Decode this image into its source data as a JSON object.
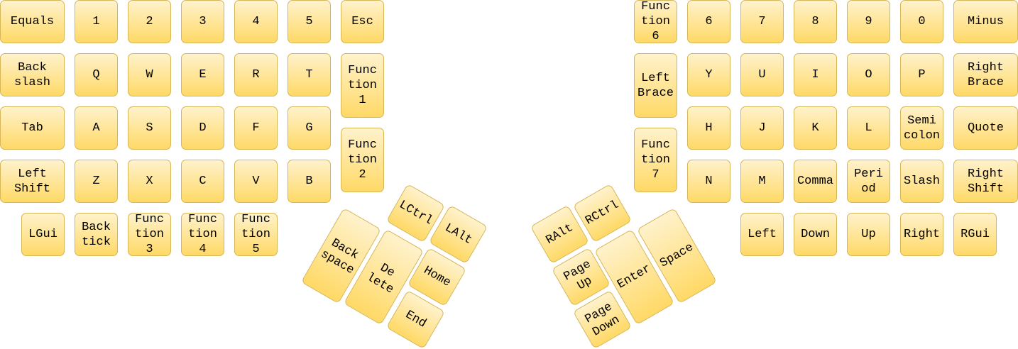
{
  "diagram": {
    "left_half": {
      "rows": [
        [
          "Equals",
          "1",
          "2",
          "3",
          "4",
          "5",
          "Esc"
        ],
        [
          "Back\nslash",
          "Q",
          "W",
          "E",
          "R",
          "T",
          "Func\ntion\n1"
        ],
        [
          "Tab",
          "A",
          "S",
          "D",
          "F",
          "G"
        ],
        [
          "Function\n2"
        ],
        [
          "Left\nShift",
          "Z",
          "X",
          "C",
          "V",
          "B"
        ],
        [
          "LGui",
          "Back\ntick",
          "Func\ntion\n3",
          "Func\ntion\n4",
          "Func\ntion\n5"
        ]
      ],
      "function2": "Func\ntion\n2",
      "thumb": {
        "lctrl": "LCtrl",
        "lalt": "LAlt",
        "backspace": "Back\nspace",
        "delete": "De\nlete",
        "home": "Home",
        "end": "End"
      }
    },
    "right_half": {
      "rows": [
        [
          "Func\ntion\n6",
          "6",
          "7",
          "8",
          "9",
          "0",
          "Minus"
        ],
        [
          "Left\nBrace",
          "Y",
          "U",
          "I",
          "O",
          "P",
          "Right\nBrace"
        ],
        [
          "H",
          "J",
          "K",
          "L",
          "Semi\ncolon",
          "Quote"
        ],
        [
          "Func\ntion\n7",
          "N",
          "M",
          "Comma",
          "Peri\nod",
          "Slash",
          "Right\nShift"
        ],
        [
          "Left",
          "Down",
          "Up",
          "Right",
          "RGui"
        ]
      ],
      "thumb": {
        "ralt": "RAlt",
        "rctrl": "RCtrl",
        "pageup": "Page\nUp",
        "enter": "Enter",
        "space": "Space",
        "pagedown": "Page\nDown"
      }
    }
  }
}
